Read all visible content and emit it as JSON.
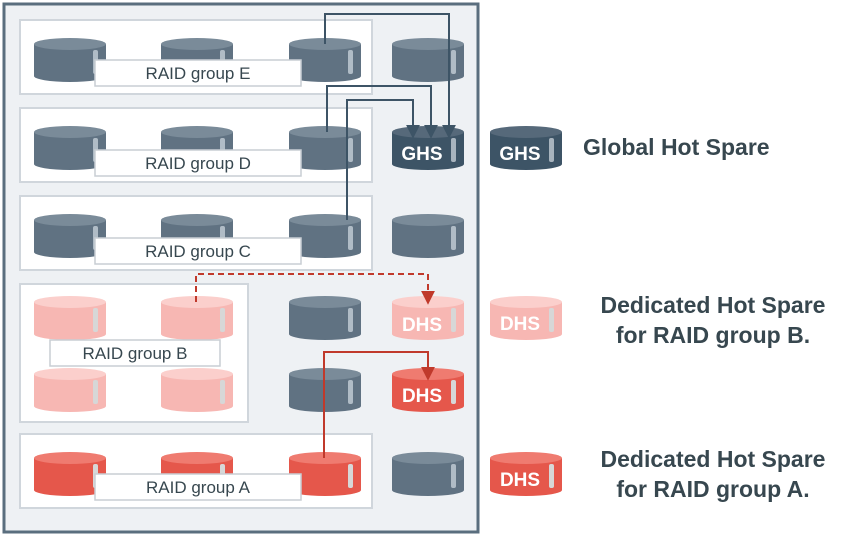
{
  "raid_groups": {
    "e": "RAID group E",
    "d": "RAID group D",
    "c": "RAID group C",
    "b": "RAID group B",
    "a": "RAID group A"
  },
  "disk_labels": {
    "ghs": "GHS",
    "dhs": "DHS"
  },
  "legend": {
    "global_hot_spare": "Global Hot Spare",
    "dedicated_b_line1": "Dedicated Hot Spare",
    "dedicated_b_line2": "for RAID group B.",
    "dedicated_a_line1": "Dedicated Hot Spare",
    "dedicated_a_line2": "for RAID group A."
  },
  "colors": {
    "slate": "#607282",
    "slate_dark": "#3d5466",
    "pink": "#f7b7b3",
    "red": "#e5574b",
    "red_line": "#c0392b",
    "frame": "#5a6e7e",
    "enclosure_bg": "#eef1f4"
  }
}
